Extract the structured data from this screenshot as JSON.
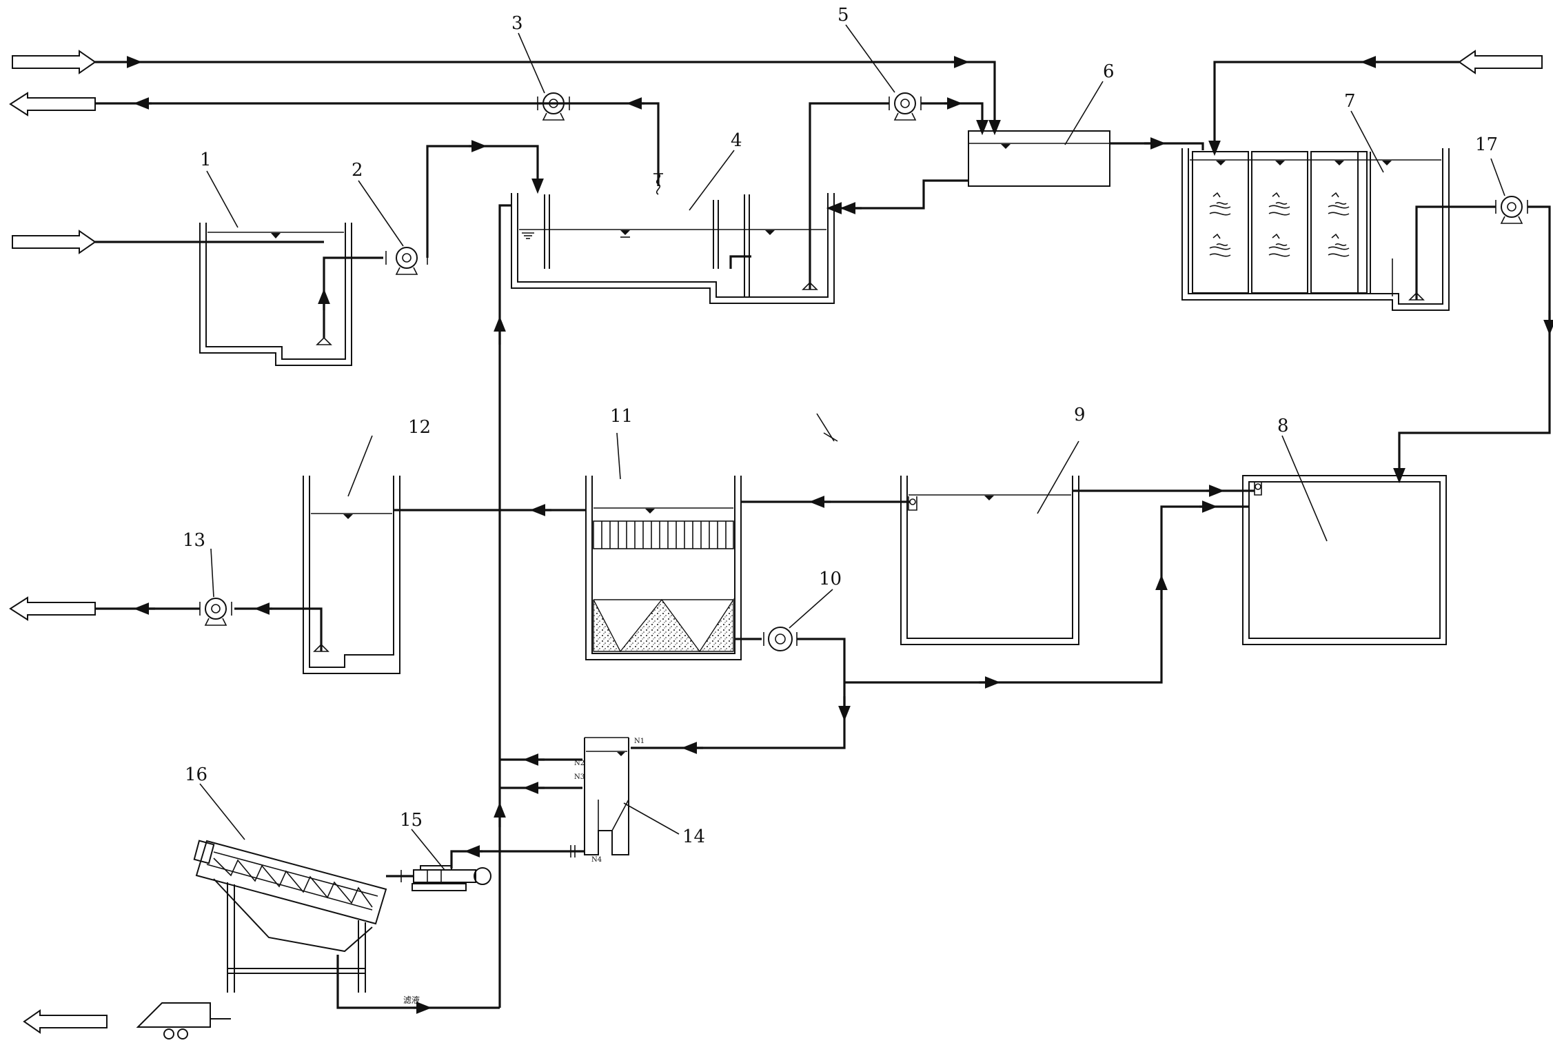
{
  "colors": {
    "line": "#111111",
    "background": "#ffffff"
  },
  "components": [
    {
      "id": "1"
    },
    {
      "id": "2"
    },
    {
      "id": "3"
    },
    {
      "id": "4"
    },
    {
      "id": "5"
    },
    {
      "id": "6"
    },
    {
      "id": "7"
    },
    {
      "id": "8"
    },
    {
      "id": "9"
    },
    {
      "id": "10"
    },
    {
      "id": "11"
    },
    {
      "id": "12"
    },
    {
      "id": "13"
    },
    {
      "id": "14"
    },
    {
      "id": "15"
    },
    {
      "id": "16"
    },
    {
      "id": "17"
    }
  ],
  "tank14_ports": [
    "N1",
    "N2",
    "N3",
    "N4"
  ],
  "sludge_pipe_label": "滤液",
  "icons": [
    "inflow-arrow-icon",
    "outflow-arrow-icon",
    "pump-icon",
    "truck-icon",
    "screw-press-icon",
    "diffuser-icon"
  ]
}
